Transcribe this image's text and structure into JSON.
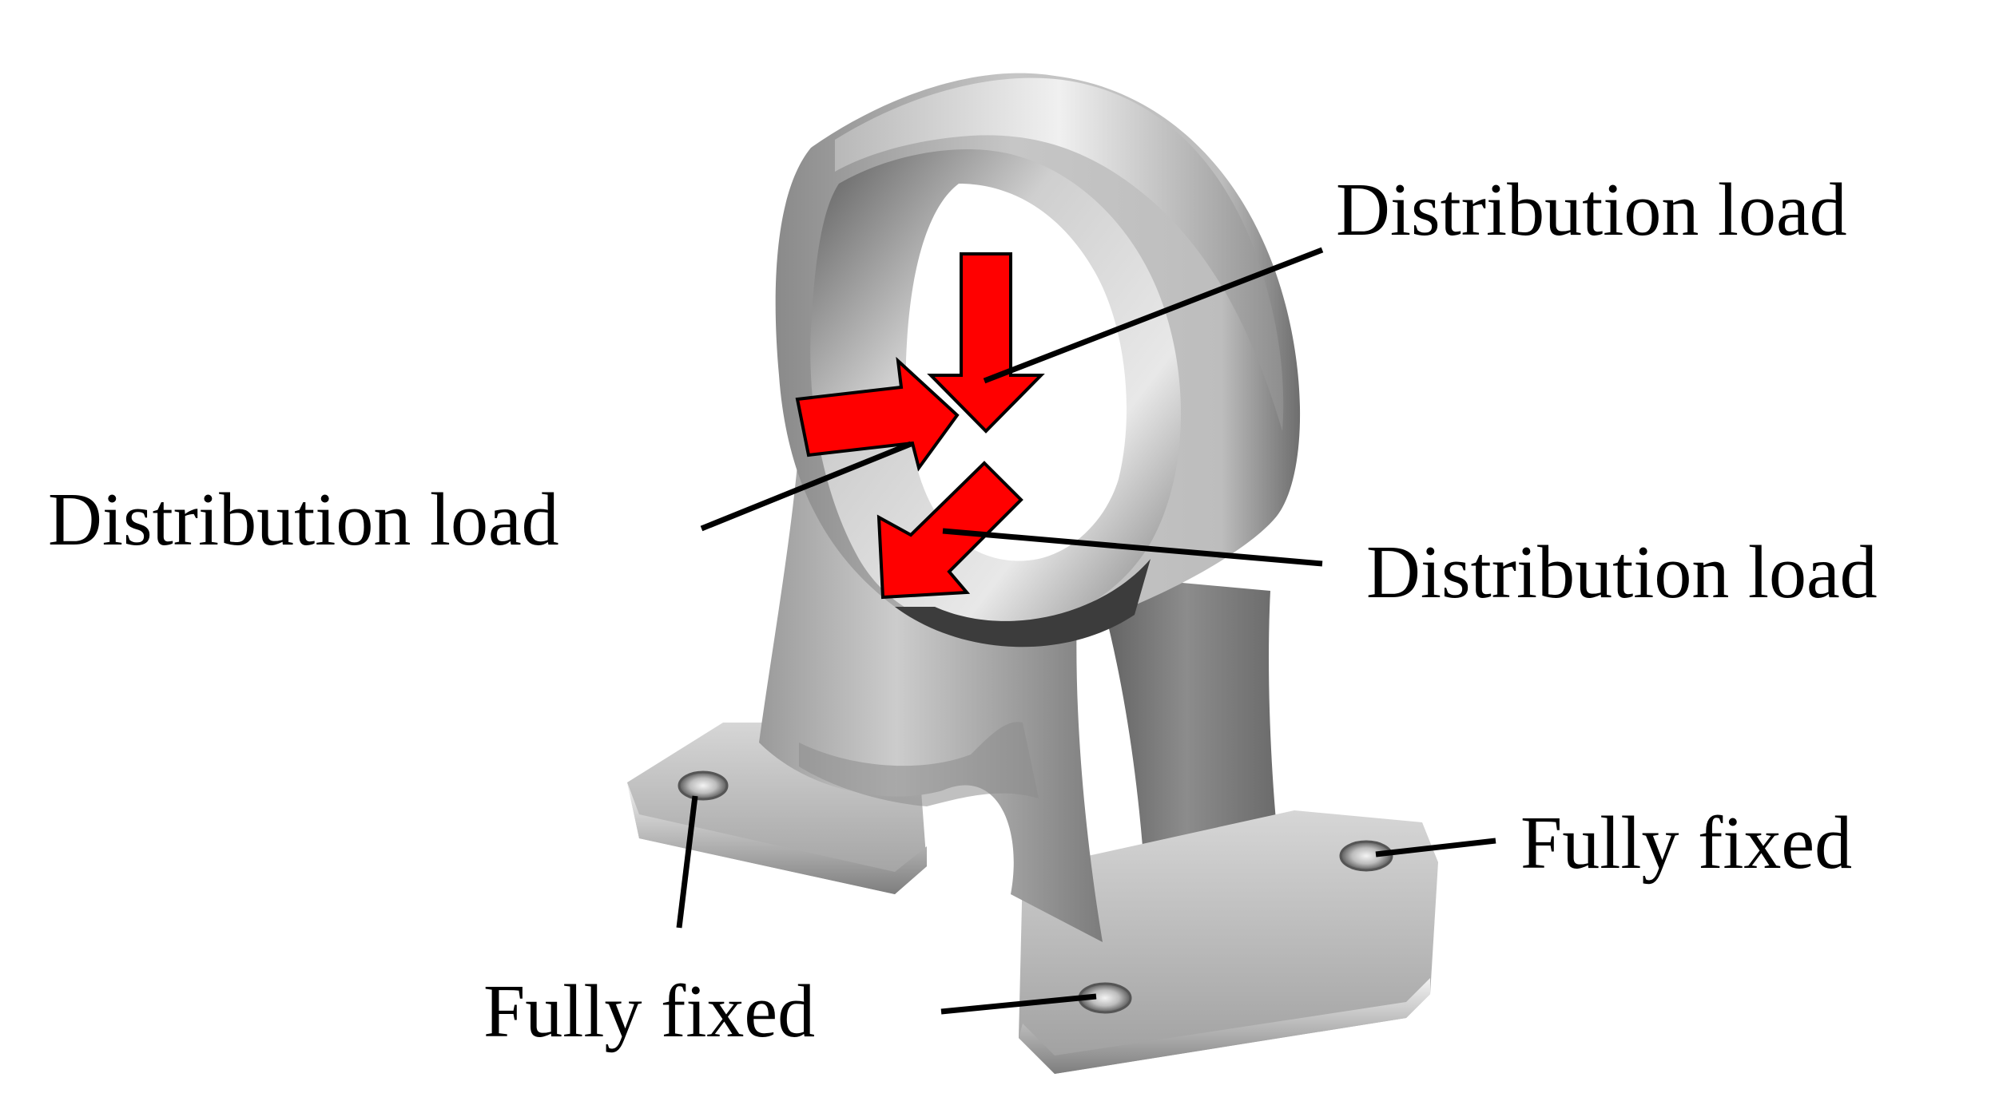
{
  "labels": {
    "load_top_right": "Distribution load",
    "load_left": "Distribution load",
    "load_right": "Distribution load",
    "fixed_right": "Fully fixed",
    "fixed_bottom": "Fully fixed"
  },
  "colors": {
    "load_arrow": "#ff0000",
    "part_light": "#f4f4f4",
    "part_mid": "#a9a9a9",
    "part_dark": "#4a4a4a",
    "text": "#000000",
    "background": "#ffffff"
  },
  "icons": {
    "load": "arrow-icon",
    "support": "bolt-hole-icon"
  }
}
